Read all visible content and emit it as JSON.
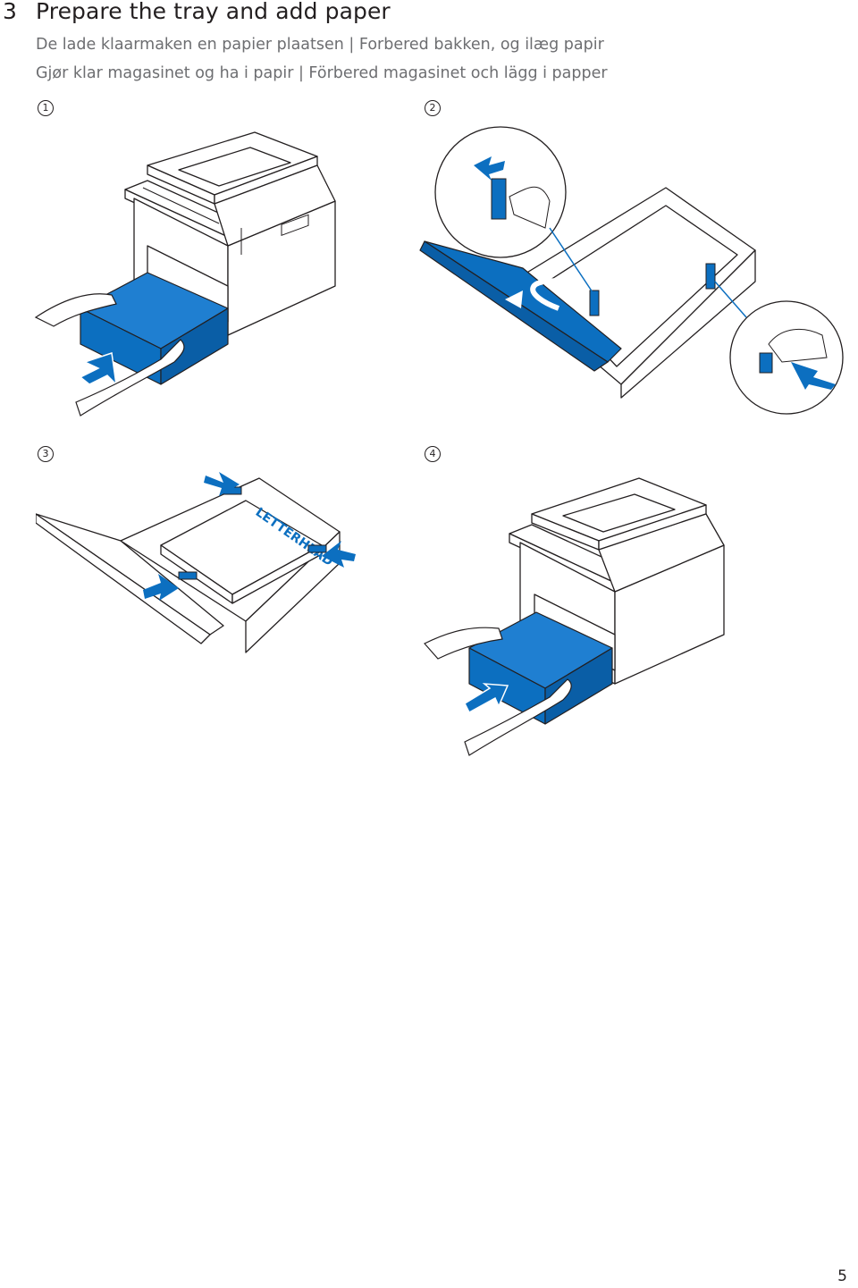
{
  "header": {
    "step_number": "3",
    "title": "Prepare the tray and add paper",
    "subtitle_line1": "De lade klaarmaken en papier plaatsen | Forbered bakken, og ilæg papir",
    "subtitle_line2": "Gjør klar magasinet og ha i papir | Förbered magasinet och lägg i papper"
  },
  "steps": [
    {
      "marker": "1",
      "illustration": "pull-out-tray"
    },
    {
      "marker": "2",
      "illustration": "adjust-paper-guides"
    },
    {
      "marker": "3",
      "illustration": "load-letterhead-paper"
    },
    {
      "marker": "4",
      "illustration": "insert-tray"
    }
  ],
  "illustration_text": {
    "paper_label": "LETTERHEAD"
  },
  "colors": {
    "accent_blue": "#0c6fc0",
    "line": "#231f20",
    "gray_text": "#6d6e71"
  },
  "footer": {
    "page_number": "5"
  }
}
